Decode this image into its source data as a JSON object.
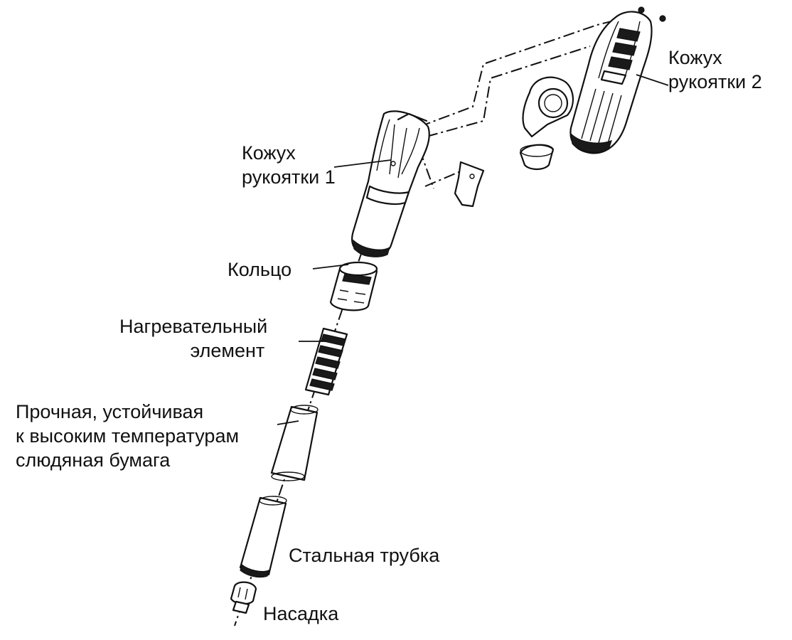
{
  "labels": {
    "housing2": [
      "Кожух",
      "рукоятки 2"
    ],
    "housing1": [
      "Кожух",
      "рукоятки 1"
    ],
    "ring": "Кольцо",
    "heater": [
      "Нагревательный",
      "элемент"
    ],
    "mica": [
      "Прочная, устойчивая",
      "к высоким температурам",
      "слюдяная бумага"
    ],
    "tube": "Стальная трубка",
    "nozzle": "Насадка"
  }
}
